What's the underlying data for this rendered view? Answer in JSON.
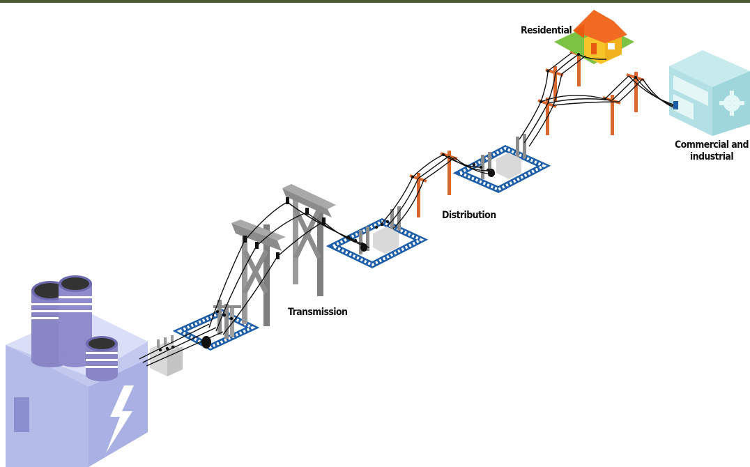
{
  "labels": {
    "residential": "Residential",
    "commercial_line1": "Commercial and",
    "commercial_line2": "industrial",
    "distribution": "Distribution",
    "transmission": "Transmission"
  },
  "colors": {
    "top_bar": "#4a5b33",
    "plant": "#aab1e3",
    "plant_dark": "#8b8fd0",
    "tank": "#8a86c5",
    "substation_fence": "#1f5fa8",
    "tower": "#8c8c8c",
    "distribution_pole": "#d8682e",
    "house_roof": "#f06a22",
    "house_wall": "#f7c52a",
    "lawn": "#7cc243",
    "commercial_building": "#b9e3e6",
    "wire": "#111111"
  },
  "icons": [
    "power-plant-icon",
    "lightning-bolt-icon",
    "transformer-icon",
    "substation-icon",
    "transmission-tower-icon",
    "distribution-pole-icon",
    "house-icon",
    "commercial-building-icon",
    "gear-icon",
    "power-line-icon"
  ]
}
